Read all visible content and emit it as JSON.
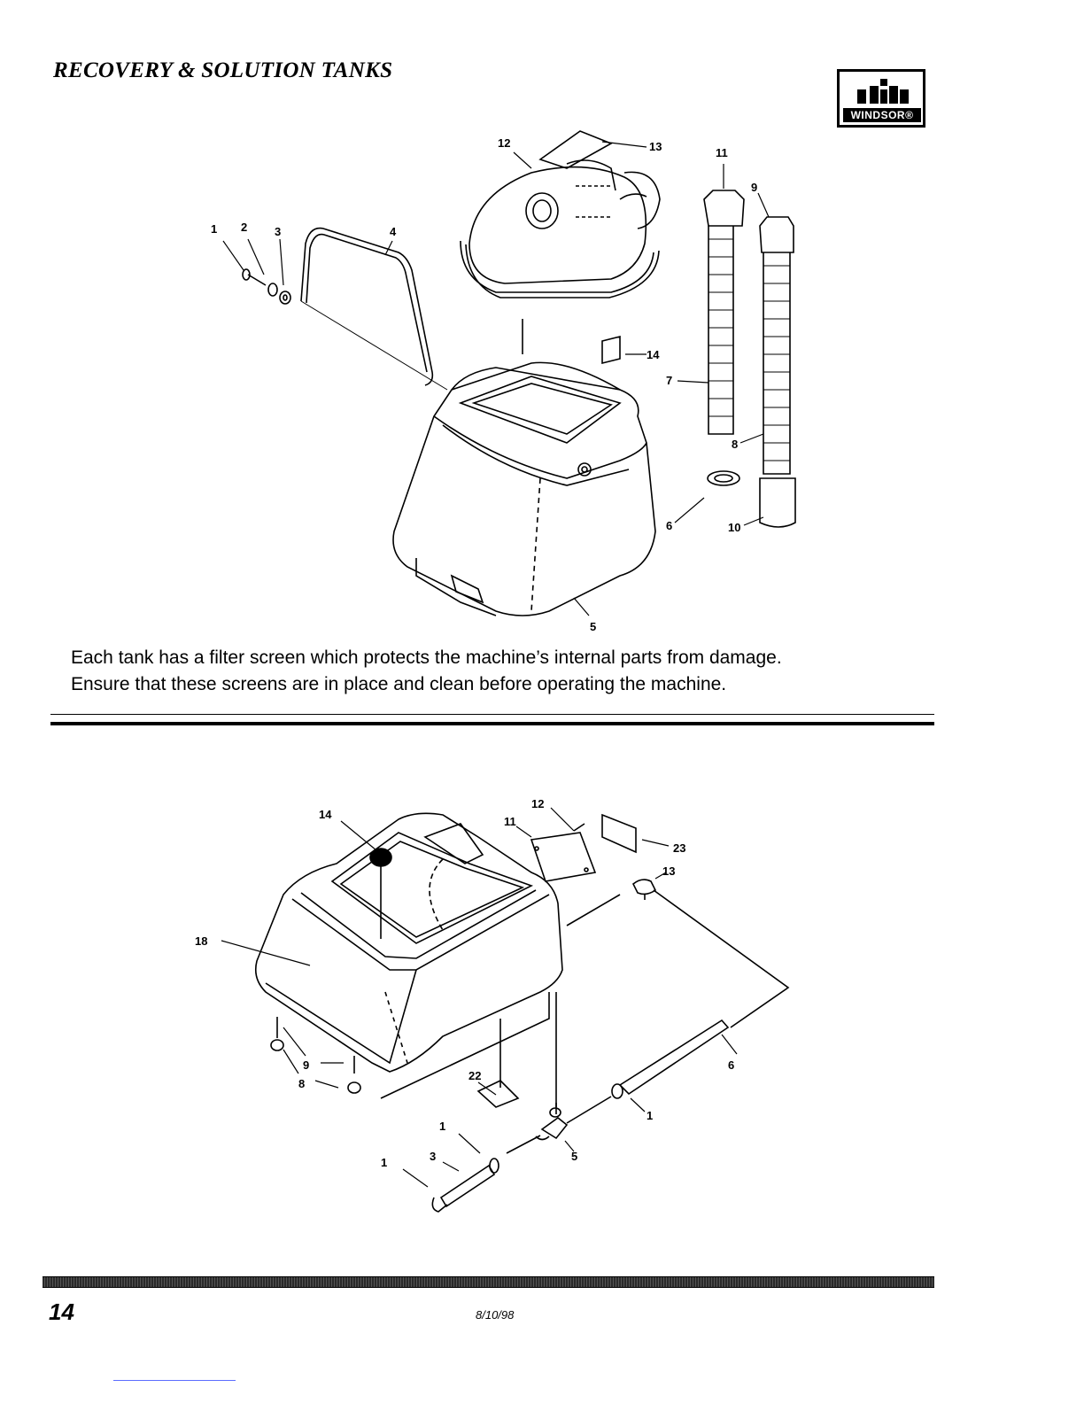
{
  "header": {
    "title": "RECOVERY & SOLUTION TANKS",
    "logo_text": "WINDSOR®"
  },
  "diagram_top": {
    "callouts": [
      "1",
      "2",
      "3",
      "4",
      "5",
      "6",
      "7",
      "8",
      "9",
      "10",
      "11",
      "12",
      "13",
      "14"
    ]
  },
  "caption": {
    "line1": "Each tank has a filter screen which protects the machine’s internal parts from damage.",
    "line2": "Ensure that these screens are in place and clean before operating the machine."
  },
  "diagram_bottom": {
    "callouts": [
      "14",
      "18",
      "9",
      "8",
      "22",
      "1",
      "1",
      "3",
      "5",
      "1",
      "6",
      "11",
      "12",
      "23",
      "13"
    ]
  },
  "footer": {
    "page_number": "14",
    "date": "8/10/98"
  }
}
